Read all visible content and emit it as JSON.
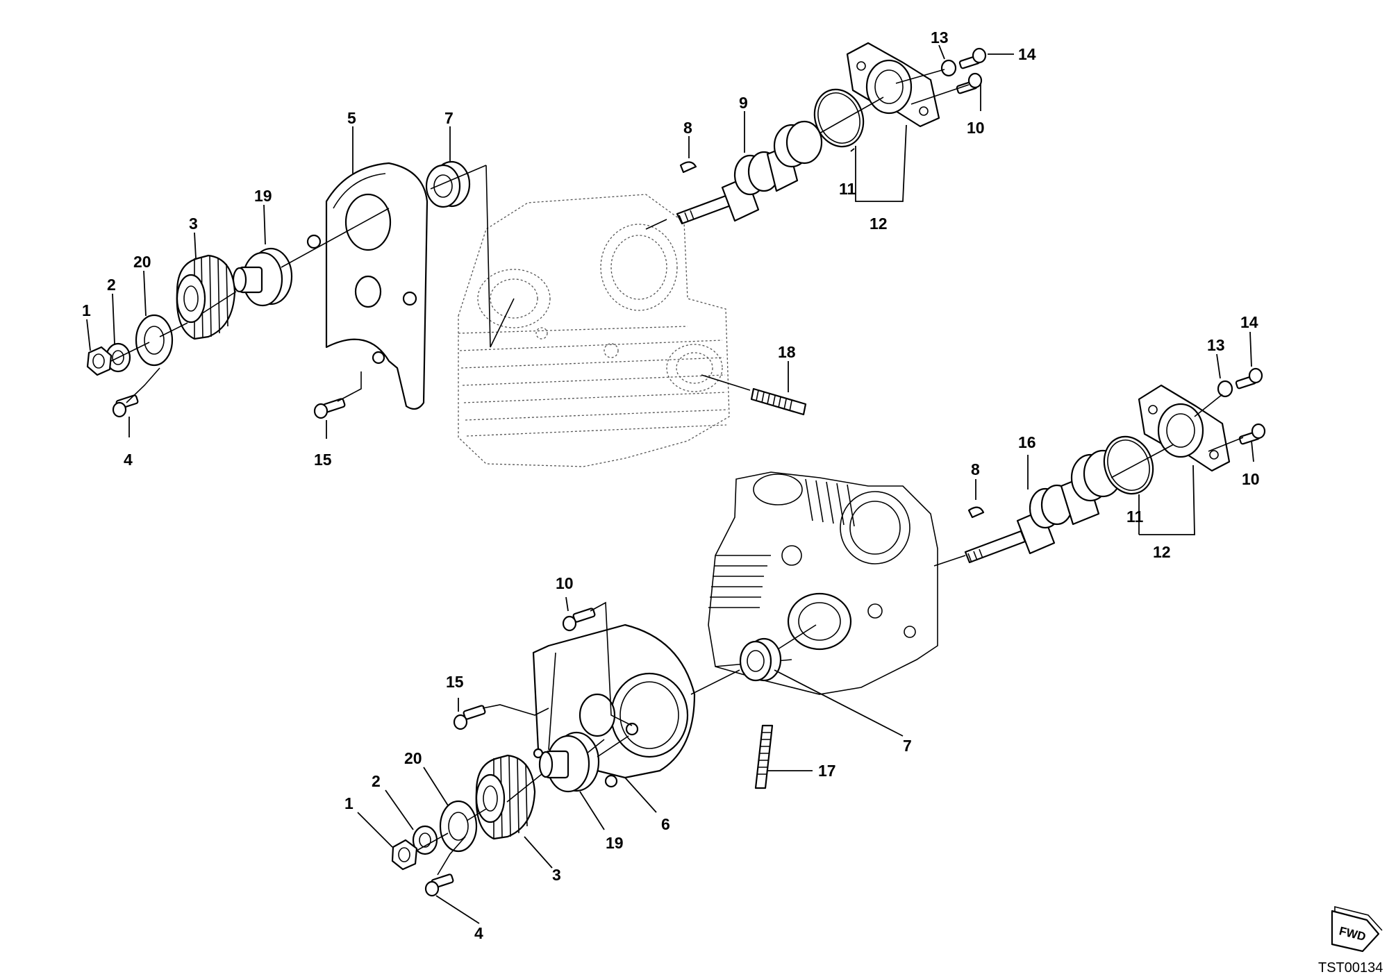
{
  "diagram": {
    "callouts": {
      "upper": {
        "p1": "1",
        "p2": "2",
        "p20": "20",
        "p3": "3",
        "p19": "19",
        "p4": "4",
        "p5": "5",
        "p15": "15",
        "p7": "7",
        "p8": "8",
        "p9": "9",
        "p11": "11",
        "p12": "12",
        "p13": "13",
        "p14": "14",
        "p10": "10",
        "p18": "18"
      },
      "lower": {
        "p14": "14",
        "p13": "13",
        "p10": "10",
        "p16": "16",
        "p8": "8",
        "p11": "11",
        "p12": "12",
        "p10b": "10",
        "p15": "15",
        "p7": "7",
        "p17": "17",
        "p20": "20",
        "p2": "2",
        "p1": "1",
        "p19": "19",
        "p6": "6",
        "p3": "3",
        "p4": "4"
      }
    },
    "fwd_label": "FWD",
    "drawing_code": "TST00134"
  }
}
